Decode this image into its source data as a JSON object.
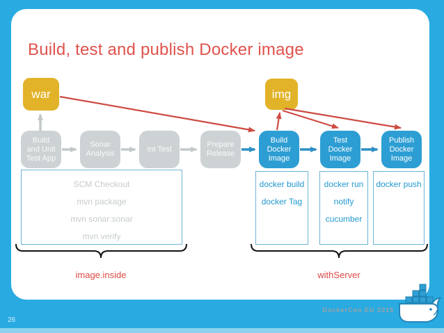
{
  "slide": {
    "page_number": "26",
    "title": "Build, test and publish Docker image",
    "footer": "DockerCon EU 2015"
  },
  "nodes": {
    "war": "war",
    "img": "img"
  },
  "stages": [
    {
      "id": "build-and-unit-test-app",
      "label": "Build\nand Unit\nTest App",
      "type": "gray"
    },
    {
      "id": "sonar-analysis",
      "label": "Sonar\nAnalysis",
      "type": "gray"
    },
    {
      "id": "int-test",
      "label": "Int Test",
      "type": "gray"
    },
    {
      "id": "prepare-release",
      "label": "Prepare\nRelease",
      "type": "gray"
    },
    {
      "id": "build-docker-image",
      "label": "Build\nDocker\nImage",
      "type": "blue"
    },
    {
      "id": "test-docker-image",
      "label": "Test\nDocker\nImage",
      "type": "blue"
    },
    {
      "id": "publish-docker-image",
      "label": "Publish\nDocker\nImage",
      "type": "blue"
    }
  ],
  "flows": [
    "build-and-unit-test-app -> war",
    "war -> build-docker-image",
    "build-docker-image -> img",
    "img -> test-docker-image",
    "img -> publish-docker-image"
  ],
  "details": {
    "image_inside": {
      "label": "image.inside",
      "steps": [
        "SCM Checkout",
        "mvn package",
        "mvn sonar:sonar",
        "mvn verify"
      ]
    },
    "with_server": {
      "label": "withServer",
      "boxes": [
        [
          "docker build",
          "docker Tag"
        ],
        [
          "docker run",
          "notify",
          "cucumber"
        ],
        [
          "docker push"
        ]
      ]
    }
  },
  "colors": {
    "frame_blue": "#29abe2",
    "accent_red": "#d14b42",
    "node_yellow": "#e2b329",
    "stage_gray": "#cdd2d4",
    "stage_blue": "#2d9ed3",
    "detail_border_blue": "#6cb2d6",
    "detail_text_blue": "#2399cf",
    "detail_text_gray": "#c6cbcd"
  }
}
